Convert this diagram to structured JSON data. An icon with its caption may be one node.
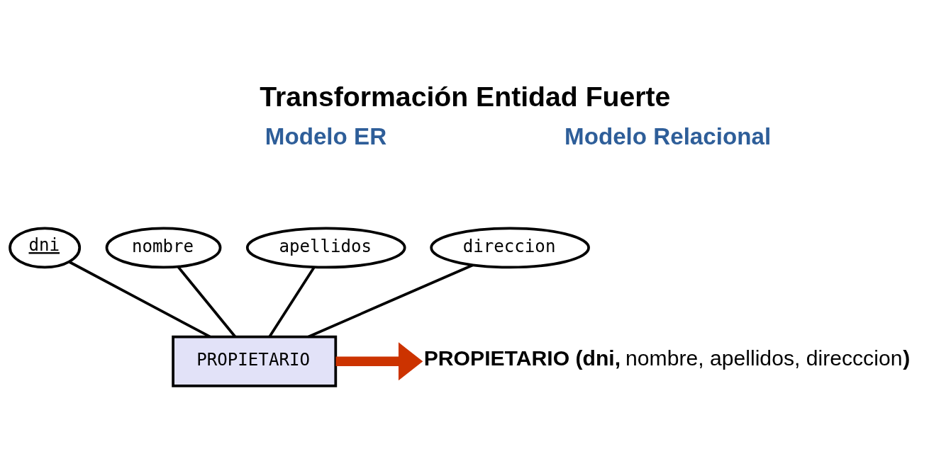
{
  "diagram": {
    "title": "Transformación Entidad Fuerte",
    "nodes": [
      {
        "text": [
          "PROPIETARIO"
        ]
      },
      {
        "text": [
          "dni"
        ]
      },
      {
        "text": [
          "nombre"
        ]
      },
      {
        "text": [
          "apellidos"
        ]
      },
      {
        "text": [
          "direccion"
        ]
      },
      {
        "text": [
          "**PROPIETARIO (dni,** nombre, apellidos, direcccion**)**"
        ]
      }
    ],
    "edges": [
      {
        "from": 1,
        "to": 0,
        "arrow": "none"
      },
      {
        "from": 2,
        "to": 0,
        "arrow": "none"
      },
      {
        "from": 3,
        "to": 0,
        "arrow": "none"
      },
      {
        "from": 4,
        "to": 0,
        "arrow": "none"
      },
      {
        "from": 0,
        "to": 5,
        "arrow": "to",
        "style": "thick",
        "color": "#cc3300"
      }
    ],
    "labels": [
      "Modelo ER",
      "Modelo Relacional"
    ]
  }
}
